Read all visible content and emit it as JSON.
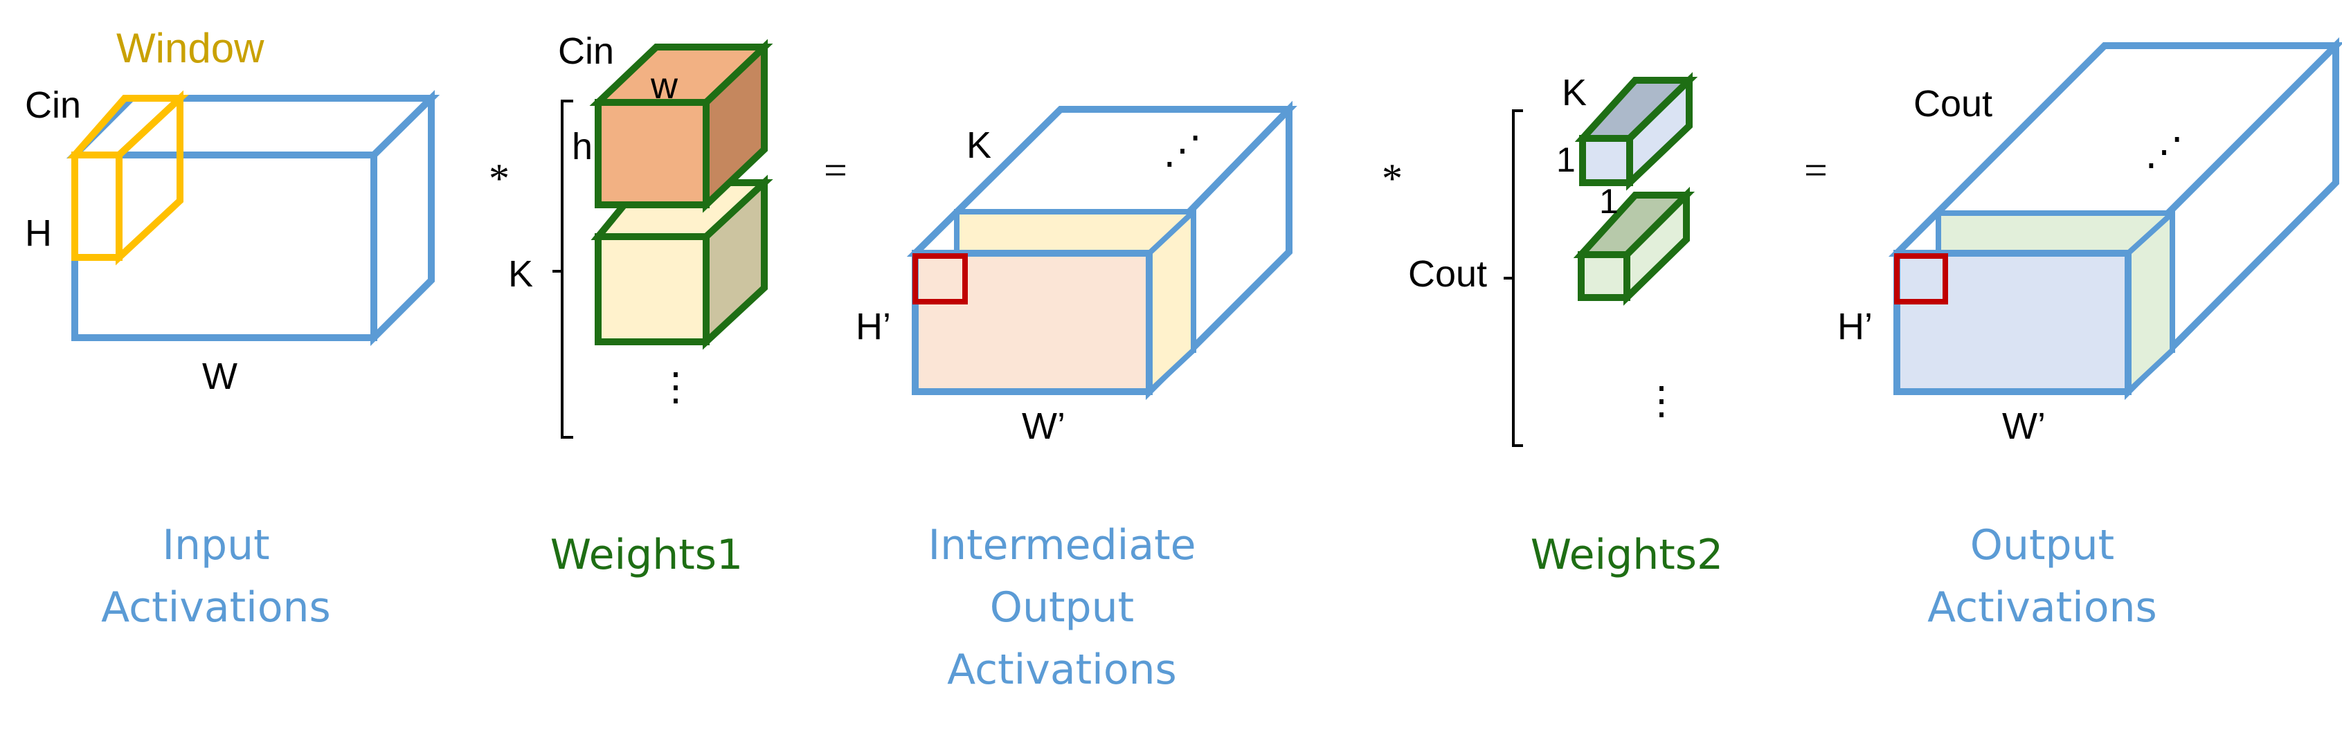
{
  "colors": {
    "activation_blue": "#5b9bd5",
    "weights_green": "#1e6e14",
    "window_gold": "#c9a100",
    "window_stroke": "#ffc000",
    "highlight_red": "#c00000"
  },
  "input": {
    "window_label": "Window",
    "cin": "Cin",
    "h": "H",
    "w": "W",
    "title": [
      "Input",
      "Activations"
    ]
  },
  "weights1": {
    "cin": "Cin",
    "w": "w",
    "h": "h",
    "k": "K",
    "ellipsis": "⋮",
    "title": "Weights1"
  },
  "intermediate": {
    "k": "K",
    "h": "H’",
    "w": "W’",
    "ellipsis": "⋰",
    "title": [
      "Intermediate",
      "Output",
      "Activations"
    ]
  },
  "weights2": {
    "k": "K",
    "one_a": "1",
    "one_b": "1",
    "cout": "Cout",
    "ellipsis": "⋮",
    "title": "Weights2"
  },
  "output": {
    "cout": "Cout",
    "h": "H’",
    "w": "W’",
    "ellipsis": "⋰",
    "title": [
      "Output",
      "Activations"
    ]
  },
  "operators": {
    "mult": "*",
    "eq": "="
  }
}
